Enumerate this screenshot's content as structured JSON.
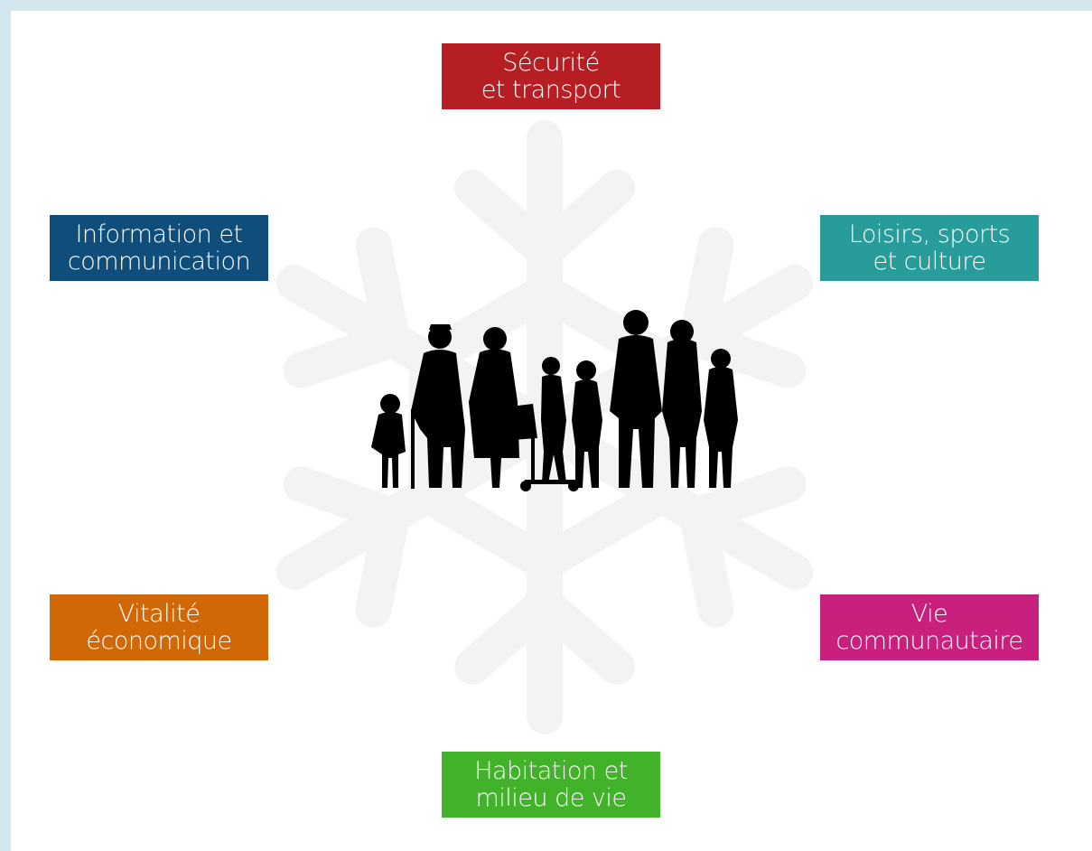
{
  "diagram": {
    "center_icon": "family-silhouette-icon",
    "background_icon": "snowflake-icon",
    "categories": [
      {
        "id": "securite",
        "line1": "Sécurité",
        "line2": "et transport",
        "color": "#b51f24"
      },
      {
        "id": "information",
        "line1": "Information et",
        "line2": "communication",
        "color": "#0f4e7a"
      },
      {
        "id": "loisirs",
        "line1": "Loisirs, sports",
        "line2": "et culture",
        "color": "#279c9a"
      },
      {
        "id": "vitalite",
        "line1": "Vitalité",
        "line2": "économique",
        "color": "#d06808"
      },
      {
        "id": "vie",
        "line1": "Vie",
        "line2": "communautaire",
        "color": "#c8207c"
      },
      {
        "id": "habitation",
        "line1": "Habitation et",
        "line2": "milieu de vie",
        "color": "#42b22b"
      }
    ]
  }
}
